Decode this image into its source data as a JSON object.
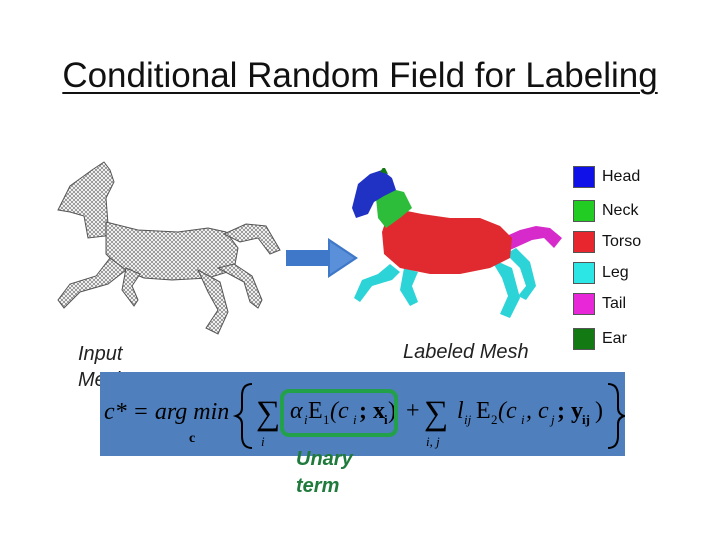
{
  "title": "Conditional Random Field for Labeling",
  "legend": [
    {
      "label": "Head",
      "color": "#1010e8"
    },
    {
      "label": "Neck",
      "color": "#22cc22"
    },
    {
      "label": "Torso",
      "color": "#e8262e"
    },
    {
      "label": "Leg",
      "color": "#2ce6e6"
    },
    {
      "label": "Tail",
      "color": "#e828d8"
    },
    {
      "label": "Ear",
      "color": "#137a13"
    }
  ],
  "captions": {
    "input_line1": "Input",
    "input_line2": "Mesh",
    "labeled": "Labeled Mesh",
    "unary_line1": "Unary",
    "unary_line2": "term"
  },
  "colors": {
    "equation_bg": "#4f7fbd",
    "arrow": "#3f78c8",
    "unary_outline": "#23a04a",
    "wireframe": "#8a8a8a"
  },
  "equation": {
    "lhs": "c* = arg min",
    "under_min": "c",
    "unary": "α",
    "unary_sub": "i",
    "e1": "E",
    "e1_sub": "1",
    "e1_args": "(c",
    "e1_args_rest": "; x",
    "plus": "+",
    "pair": "l",
    "pair_sub": "ij",
    "e2": "E",
    "e2_sub": "2",
    "e2_args": "(c",
    "sum1_sub": "i",
    "sum2_sub": "i, j"
  }
}
